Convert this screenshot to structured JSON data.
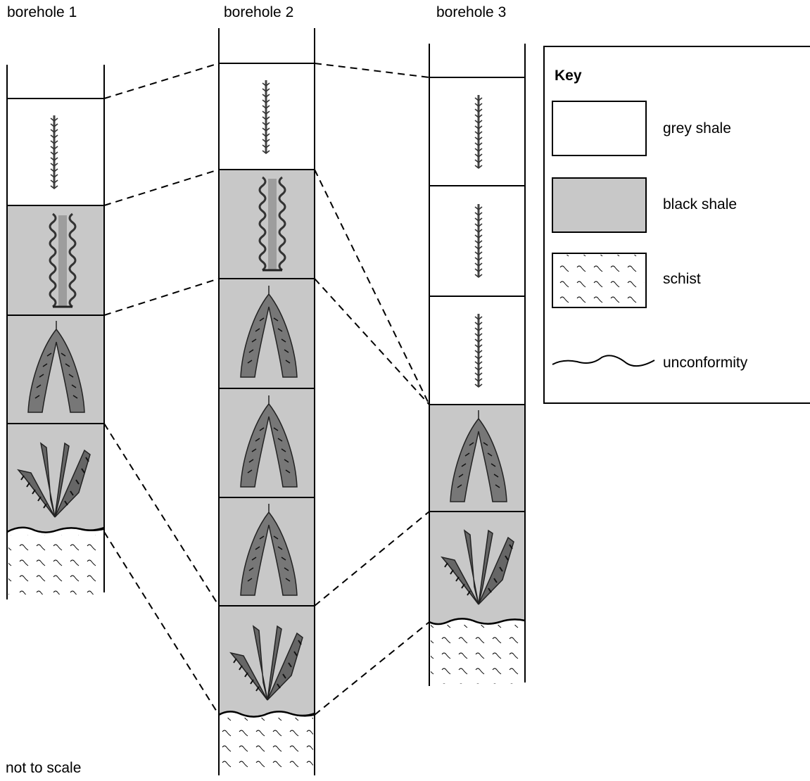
{
  "boreholes": [
    {
      "label": "borehole 1"
    },
    {
      "label": "borehole 2"
    },
    {
      "label": "borehole 3"
    }
  ],
  "key": {
    "title": "Key",
    "items": [
      {
        "id": "grey",
        "label": "grey shale",
        "fill": "#ffffff"
      },
      {
        "id": "black",
        "label": "black shale",
        "fill": "#c8c8c8"
      },
      {
        "id": "schist",
        "label": "schist",
        "fill": "#ffffff"
      },
      {
        "id": "unconformity",
        "label": "unconformity"
      }
    ]
  },
  "note": "not to scale",
  "colors": {
    "black_shale": "#c8c8c8",
    "grey_shale": "#ffffff",
    "line": "#000000"
  },
  "fossil_types": [
    "thin-biserial-graptolite",
    "broad-biserial-graptolite",
    "v-shaped-graptolite",
    "fan-graptolite"
  ]
}
